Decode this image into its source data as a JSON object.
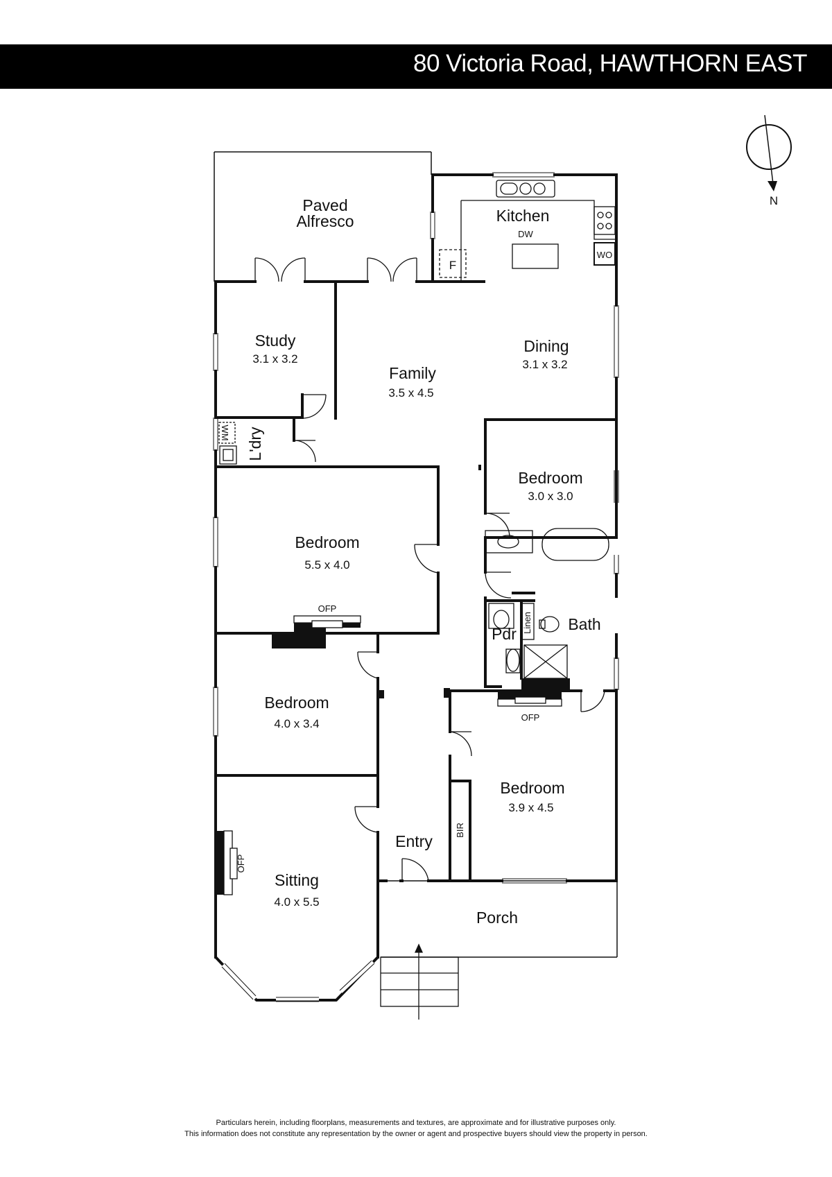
{
  "header": {
    "title": "80 Victoria Road, HAWTHORN EAST"
  },
  "compass": {
    "label": "N",
    "icon": "north-arrow-icon"
  },
  "rooms": {
    "alfresco": {
      "name_line1": "Paved",
      "name_line2": "Alfresco"
    },
    "kitchen": {
      "name": "Kitchen"
    },
    "study": {
      "name": "Study",
      "dims": "3.1 x 3.2"
    },
    "family": {
      "name": "Family",
      "dims": "3.5 x 4.5"
    },
    "dining": {
      "name": "Dining",
      "dims": "3.1 x 3.2"
    },
    "laundry": {
      "name": "L'dry"
    },
    "bedroom_rear": {
      "name": "Bedroom",
      "dims": "3.0 x 3.0"
    },
    "bedroom_large": {
      "name": "Bedroom",
      "dims": "5.5 x 4.0"
    },
    "powder": {
      "name": "Pdr"
    },
    "bath": {
      "name": "Bath"
    },
    "bedroom_mid": {
      "name": "Bedroom",
      "dims": "4.0 x 3.4"
    },
    "bedroom_front": {
      "name": "Bedroom",
      "dims": "3.9 x 4.5"
    },
    "sitting": {
      "name": "Sitting",
      "dims": "4.0 x 5.5"
    },
    "entry": {
      "name": "Entry"
    },
    "porch": {
      "name": "Porch"
    }
  },
  "fixtures": {
    "dishwasher": "DW",
    "fridge": "F",
    "wall_oven": "WO",
    "washing_machine": "WM",
    "linen": "Linen",
    "bir": "BIR",
    "ofp_large_bedroom": "OFP",
    "ofp_front_bedroom": "OFP",
    "ofp_sitting": "OFP"
  },
  "disclaimer": {
    "line1": "Particulars herein, including floorplans, measurements and textures, are approximate and for illustrative purposes only.",
    "line2": "This information does not constitute any representation by the owner or agent and prospective buyers should view the property in person."
  }
}
